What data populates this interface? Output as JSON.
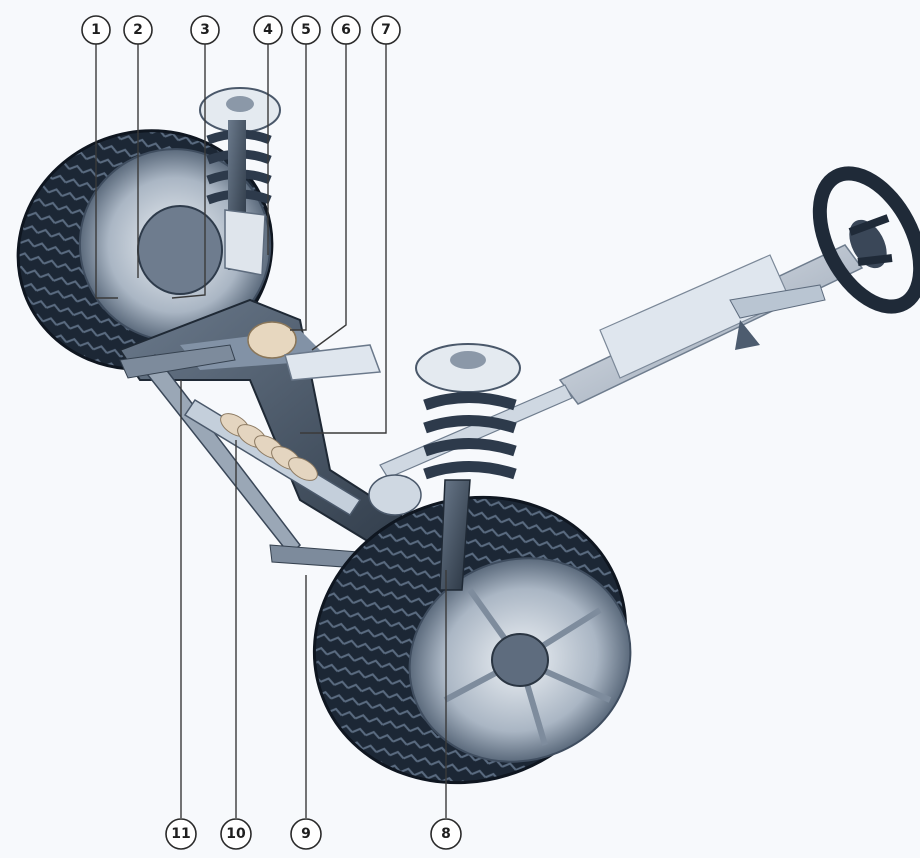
{
  "diagram": {
    "subject": "front-axle-suspension-and-steering",
    "callouts_top": [
      "1",
      "2",
      "3",
      "4",
      "5",
      "6",
      "7"
    ],
    "callouts_bottom": [
      "11",
      "10",
      "9",
      "8"
    ],
    "colors": {
      "background": "#f7f9fc",
      "tire": "#1e2a3a",
      "metal": "#c9d3de",
      "metal_dark": "#4c5b6d",
      "spring": "#2e3d50",
      "boot": "#e8d9c6"
    }
  }
}
